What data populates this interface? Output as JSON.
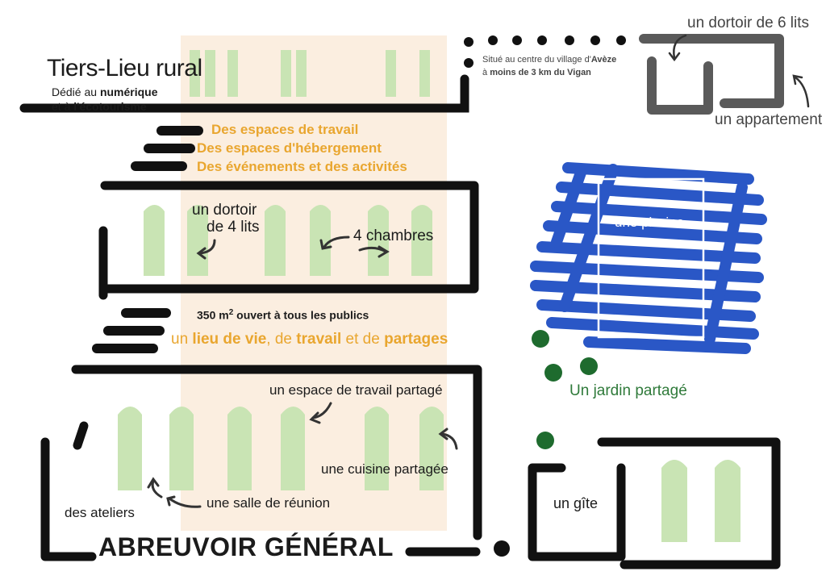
{
  "title": "Tiers-Lieu rural",
  "subtitle": {
    "line1_prefix": "Dédié au ",
    "line1_bold": "numérique",
    "line2_prefix": "et à ",
    "line2_bold": "l'écotourisme"
  },
  "location": {
    "line1_prefix": "Situé au centre du village d'",
    "line1_bold": "Avèze",
    "line2_prefix": "à ",
    "line2_bold": "moins de 3 km du Vigan"
  },
  "annex": {
    "dortoir_label": "un dortoir de 6 lits",
    "appartement_label": "un appartement"
  },
  "spaces": [
    "Des espaces de travail",
    "Des espaces d'hébergement",
    "Des événements et des activités"
  ],
  "floor1": {
    "dortoir_line1": "un dortoir",
    "dortoir_line2": "de 4 lits",
    "chambres": "4 chambres"
  },
  "surface": {
    "prefix": "350 m",
    "superscript": "2",
    "suffix": " ouvert à tous les publics"
  },
  "tagline": {
    "part1": "un ",
    "part2": "lieu de vie",
    "part3": ", de ",
    "part4": "travail",
    "part5": " et de ",
    "part6": "partages"
  },
  "ground": {
    "coworking": "un espace de travail partagé",
    "cuisine": "une cuisine partagée",
    "ateliers": "des ateliers",
    "reunion": "une salle de réunion",
    "name": "ABREUVOIR GÉNÉRAL"
  },
  "outdoor": {
    "piscine": "une piscine",
    "jardin": "Un jardin partagé",
    "gite": "un gîte"
  },
  "colors": {
    "ink": "#111111",
    "window": "#c9e4b4",
    "highlight": "#fbeee0",
    "orange": "#e9a62f",
    "green": "#2f7a3a",
    "pool": "#1f4fc4"
  }
}
